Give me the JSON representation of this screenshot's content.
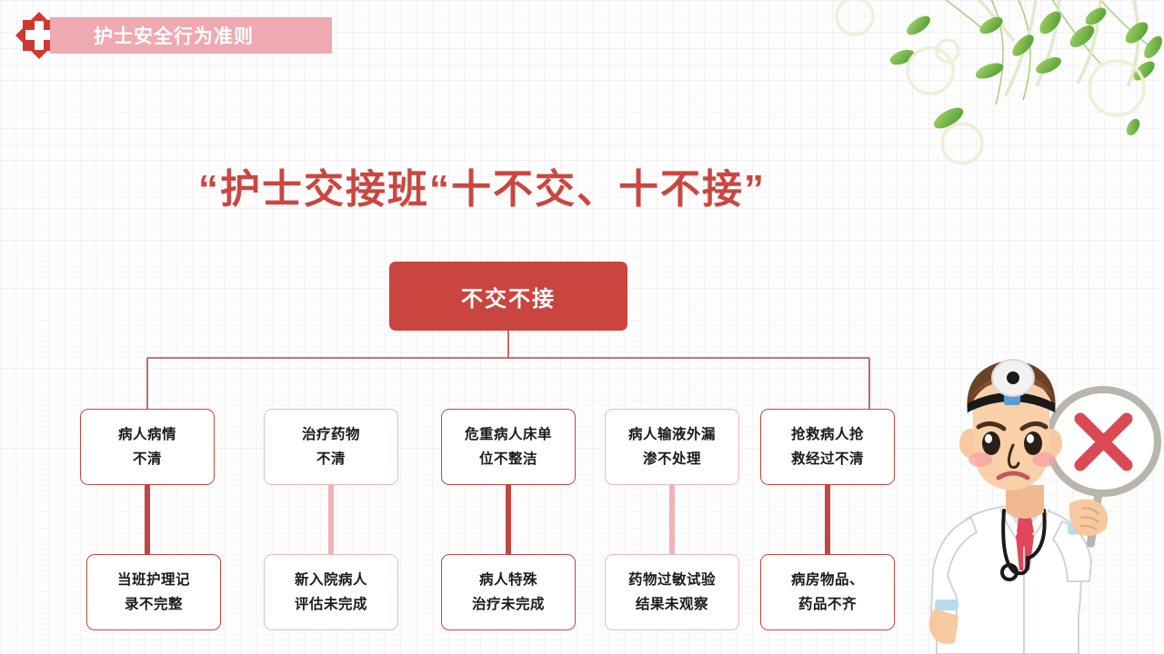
{
  "header": {
    "logo_icon": "medical-cross-icon",
    "banner_title": "护士安全行为准则",
    "banner_color": "#efa9b0"
  },
  "slide": {
    "title": "“护士交接班“十不交、十不接”",
    "title_color": "#cb4640",
    "background_color": "#fdfdfd"
  },
  "diagram": {
    "type": "org-tree",
    "root": {
      "label": "不交不接",
      "fill": "#ca453f",
      "text_color": "#ffffff"
    },
    "accent_dark": "#c9453f",
    "accent_pale": "#efb8bc",
    "top_row": [
      {
        "line1": "病人病情",
        "line2": "不清",
        "style": "dark"
      },
      {
        "line1": "治疗药物",
        "line2": "不清",
        "style": "pale"
      },
      {
        "line1": "危重病人床单",
        "line2": "位不整洁",
        "style": "dark"
      },
      {
        "line1": "病人输液外漏",
        "line2": "渗不处理",
        "style": "pale"
      },
      {
        "line1": "抢救病人抢",
        "line2": "救经过不清",
        "style": "dark"
      }
    ],
    "bottom_row": [
      {
        "line1": "当班护理记",
        "line2": "录不完整",
        "style": "dark"
      },
      {
        "line1": "新入院病人",
        "line2": "评估未完成",
        "style": "pale"
      },
      {
        "line1": "病人特殊",
        "line2": "治疗未完成",
        "style": "dark"
      },
      {
        "line1": "药物过敏试验",
        "line2": "结果未观察",
        "style": "pale"
      },
      {
        "line1": "病房物品、",
        "line2": "药品不齐",
        "style": "dark"
      }
    ]
  },
  "decoration": {
    "leaves_icon": "willow-branch-leaves-icon",
    "doctor_icon": "doctor-holding-x-sign-icon",
    "x_sign_color": "#d94a54",
    "leaf_color": "#7cc04a"
  }
}
